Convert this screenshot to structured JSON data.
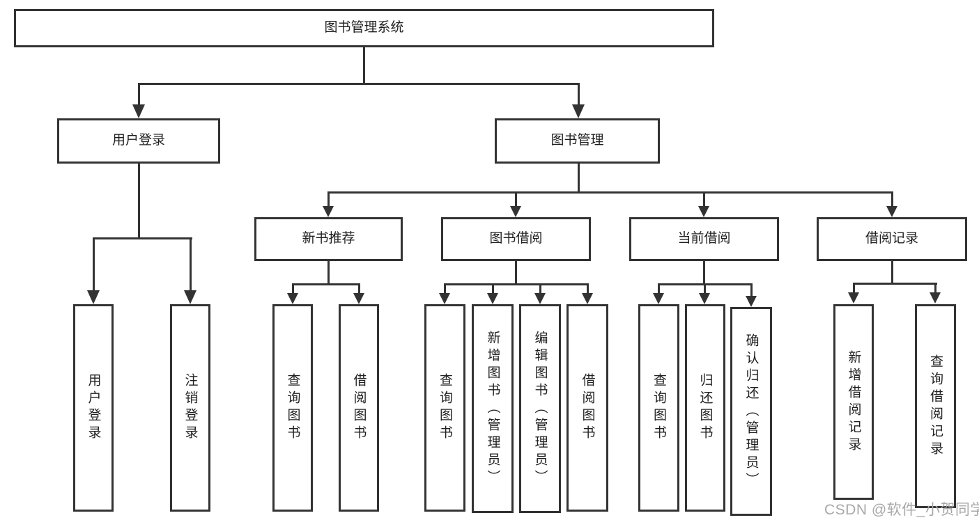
{
  "tree": {
    "root": {
      "label": "图书管理系统",
      "children": [
        {
          "label": "用户登录",
          "children": [
            {
              "label": "用户登录"
            },
            {
              "label": "注销登录"
            }
          ]
        },
        {
          "label": "图书管理",
          "children": [
            {
              "label": "新书推荐",
              "children": [
                {
                  "label": "查询图书"
                },
                {
                  "label": "借阅图书"
                }
              ]
            },
            {
              "label": "图书借阅",
              "children": [
                {
                  "label": "查询图书"
                },
                {
                  "label": "新增图书（管理员）"
                },
                {
                  "label": "编辑图书（管理员）"
                },
                {
                  "label": "借阅图书"
                }
              ]
            },
            {
              "label": "当前借阅",
              "children": [
                {
                  "label": "查询图书"
                },
                {
                  "label": "归还图书"
                },
                {
                  "label": "确认归还（管理员）"
                }
              ]
            },
            {
              "label": "借阅记录",
              "children": [
                {
                  "label": "新增借阅记录"
                },
                {
                  "label": "查询借阅记录"
                }
              ]
            }
          ]
        }
      ]
    }
  },
  "watermark": {
    "text": "CSDN @软件_小贺同学"
  },
  "colors": {
    "line": "#333333",
    "text": "#1f1f1f",
    "background": "#ffffff",
    "watermark": "#a8a8a8"
  }
}
